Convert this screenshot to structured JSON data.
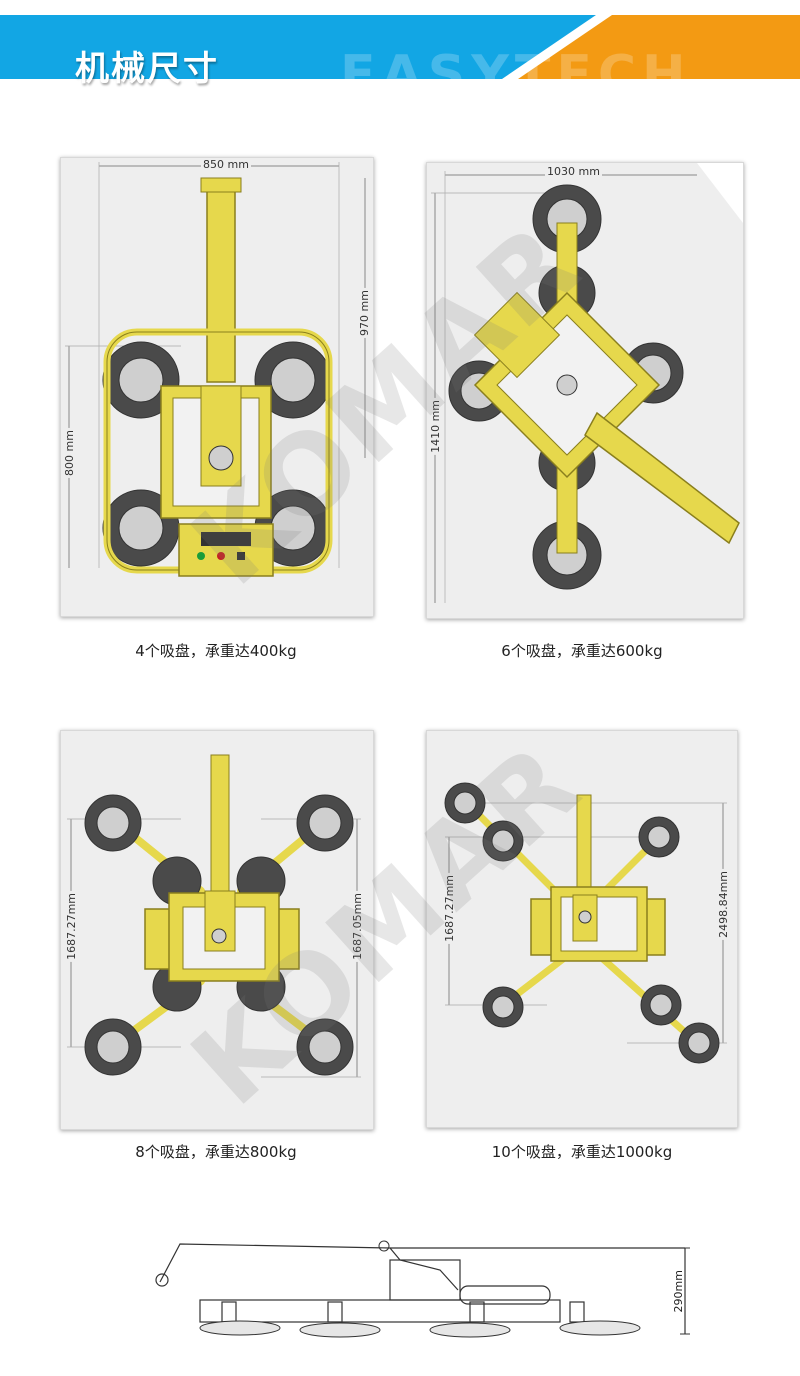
{
  "header": {
    "title": "机械尺寸",
    "brand": "EASYTECH",
    "colors": {
      "blue": "#12a6e4",
      "orange": "#f39a13"
    }
  },
  "watermark": "KOMAR",
  "models": [
    {
      "caption": "4个吸盘，承重达400kg",
      "dims": {
        "width": "850 mm",
        "length": "970 mm",
        "height": "800 mm"
      }
    },
    {
      "caption": "6个吸盘，承重达600kg",
      "dims": {
        "width": "1030 mm",
        "length": "1410 mm"
      }
    },
    {
      "caption": "8个吸盘，承重达800kg",
      "dims": {
        "left": "1687.27mm",
        "right": "1687.05mm"
      }
    },
    {
      "caption": "10个吸盘，承重达1000kg",
      "dims": {
        "left": "1687.27mm",
        "right": "2498.84mm"
      }
    }
  ],
  "side_view": {
    "height": "290mm"
  },
  "colors": {
    "frame_yellow": "#e6d84c",
    "frame_dark": "#8a7f1d",
    "pad_dark": "#4a4a4a",
    "pad_light": "#cfcfcf"
  }
}
